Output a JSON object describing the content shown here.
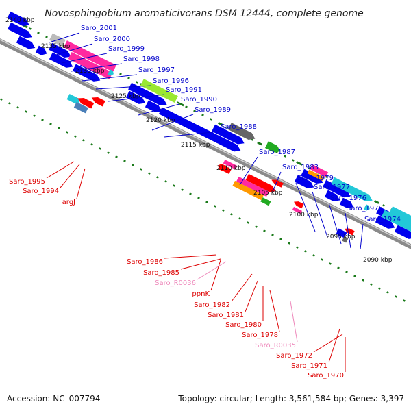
{
  "title": "Novosphingobium aromaticivorans DSM 12444, complete genome",
  "accession": "Accession: NC_007794",
  "topology": "Topology: circular; Length: 3,561,584 bp; Genes: 3,397",
  "colors": {
    "cds": "#0000ee",
    "cds_label": "#0000cc",
    "reverse_label": "#dd0000",
    "rna_label": "#ee88bb",
    "backbone": "#8a8a8a",
    "tick": "#1a7a1a",
    "pink": "#ff2aa0",
    "cyan": "#22c8d8",
    "lime": "#9ae830",
    "orange": "#ff9900",
    "grey": "#666666",
    "green": "#22aa22"
  },
  "kbp_labels": [
    "2140 kbp",
    "2135 kbp",
    "2130 kbp",
    "2125 kbp",
    "2120 kbp",
    "2115 kbp",
    "2110 kbp",
    "2105 kbp",
    "2100 kbp",
    "2095 kbp",
    "2090 kbp"
  ],
  "forward_genes": [
    "Saro_2001",
    "Saro_2000",
    "Saro_1999",
    "Saro_1998",
    "Saro_1997",
    "Saro_1996",
    "Saro_1991",
    "Saro_1990",
    "Saro_1989",
    "Saro_1988",
    "Saro_1987",
    "Saro_1983",
    "Saro_1979",
    "Saro_1977",
    "Saro_1976",
    "Saro_1975",
    "Saro_1974"
  ],
  "reverse_genes": [
    "Saro_1995",
    "Saro_1994",
    "argJ",
    "Saro_1986",
    "Saro_1985",
    "Saro_R0036",
    "ppnK",
    "Saro_1982",
    "Saro_1981",
    "Saro_1980",
    "Saro_1978",
    "Saro_R0035",
    "Saro_1972",
    "Saro_1971",
    "Saro_1970"
  ]
}
